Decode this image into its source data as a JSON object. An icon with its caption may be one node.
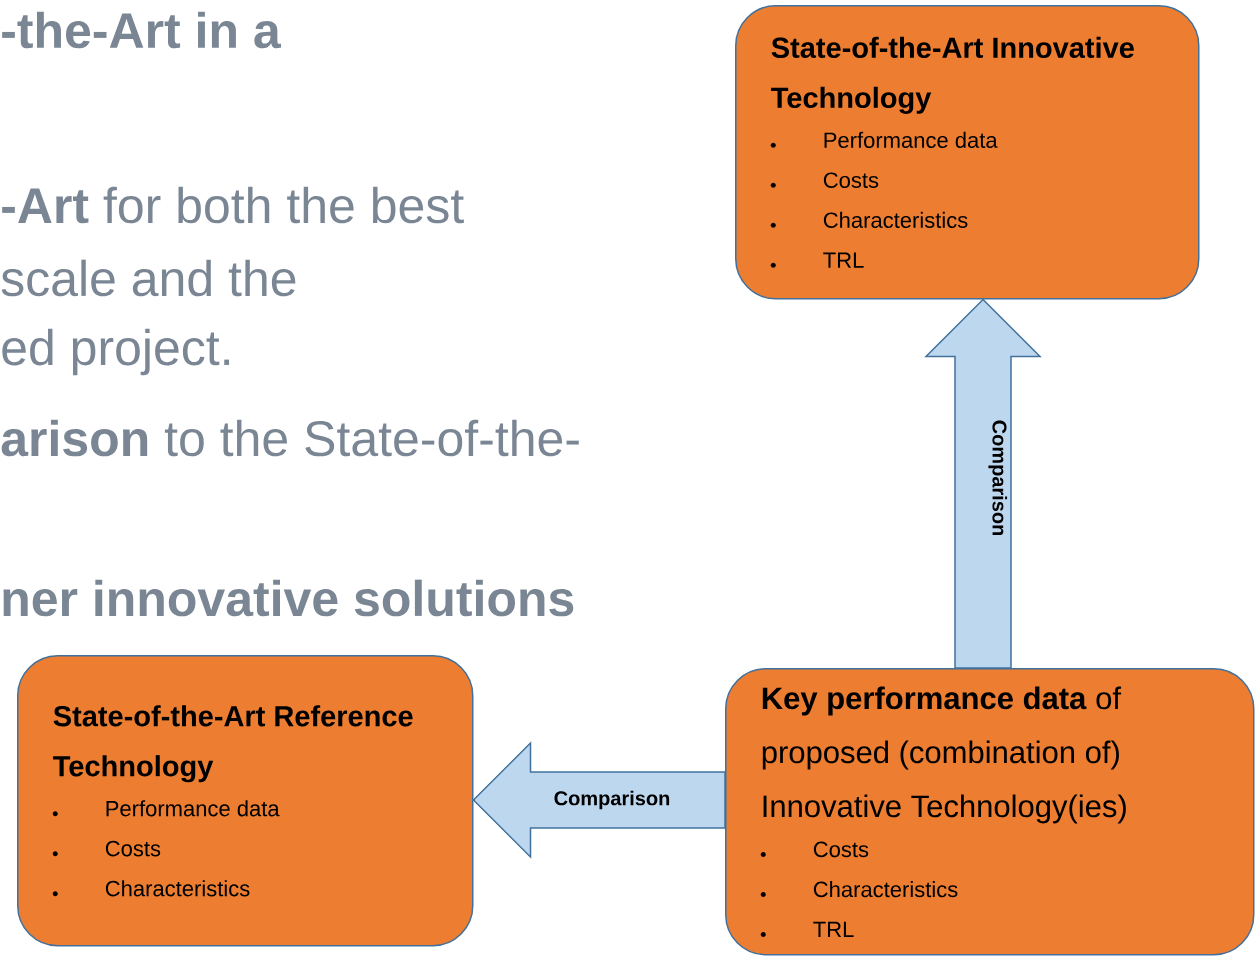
{
  "diagram": {
    "nodes": [
      {
        "text": [
          "State-of-the-Art Innovative Technology",
          "Performance data",
          "Costs",
          "Characteristics",
          "TRL"
        ]
      },
      {
        "text": [
          "State-of-the-Art Reference Technology",
          "Performance data",
          "Costs",
          "Characteristics"
        ]
      },
      {
        "text": [
          "**Key performance data** of proposed (combination of) Innovative Technology(ies)",
          "Costs",
          "Characteristics",
          "TRL"
        ]
      }
    ],
    "edges": [
      {
        "from": 2,
        "to": 0,
        "arrow": "to",
        "label": "Comparison"
      },
      {
        "from": 2,
        "to": 1,
        "arrow": "to",
        "label": "Comparison"
      }
    ],
    "labels": [
      "-the-Art in a",
      "**-Art** for both the best",
      "scale and the",
      "ed project.",
      "**arison** to the State-of-the-",
      "ner innovative solutions"
    ]
  }
}
